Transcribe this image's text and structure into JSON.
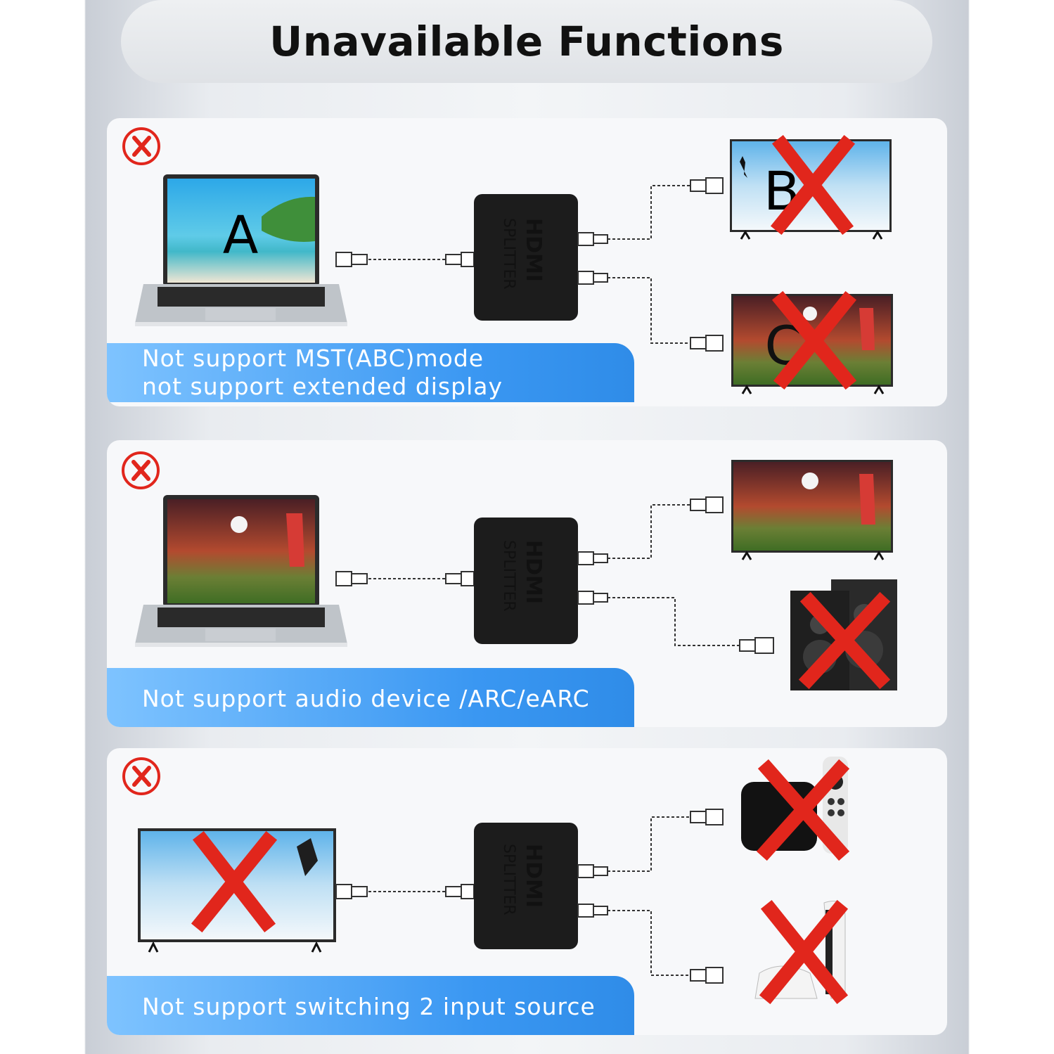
{
  "title": "Unavailable Functions",
  "colors": {
    "banner": "#3a97f2",
    "cross": "#e1261c",
    "device": "#1c1c1c"
  },
  "panels": [
    {
      "id": "extended-display",
      "source": {
        "device": "laptop",
        "screen_letter": "A"
      },
      "outputs": [
        {
          "device": "tv",
          "letter": "B"
        },
        {
          "device": "tv",
          "letter": "C"
        }
      ],
      "splitter": {
        "brand": "HDMI",
        "label": "SPLITTER"
      },
      "caption_lines": [
        "Not support MST(ABC)mode",
        "not support extended display"
      ]
    },
    {
      "id": "audio",
      "source": {
        "device": "laptop"
      },
      "outputs": [
        {
          "device": "tv"
        },
        {
          "device": "speakers"
        }
      ],
      "splitter": {
        "brand": "HDMI",
        "label": "SPLITTER"
      },
      "caption_lines": [
        "Not support audio device /ARC/eARC"
      ]
    },
    {
      "id": "switching",
      "source": {
        "device": "tv"
      },
      "outputs": [
        {
          "device": "streaming-box"
        },
        {
          "device": "game-console"
        }
      ],
      "splitter": {
        "brand": "HDMI",
        "label": "SPLITTER"
      },
      "caption_lines": [
        "Not support switching 2 input source"
      ]
    }
  ]
}
